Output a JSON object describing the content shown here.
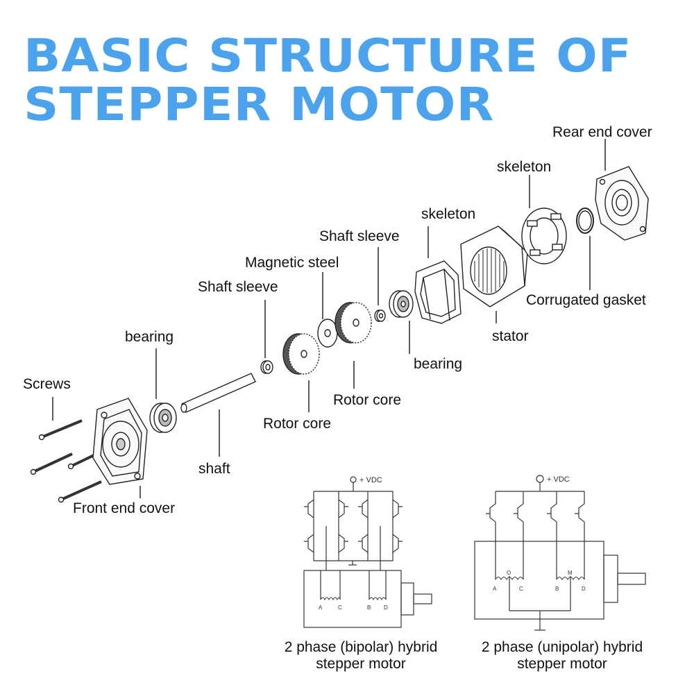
{
  "title": {
    "line1": "BASIC STRUCTURE OF",
    "line2": "STEPPER MOTOR"
  },
  "colors": {
    "title": "#4ba3ee",
    "ink": "#111111"
  },
  "labels": {
    "rear_end_cover": "Rear end cover",
    "skeleton_rear": "skeleton",
    "skeleton_front": "skeleton",
    "shaft_sleeve_rear": "Shaft sleeve",
    "magnetic_steel": "Magnetic steel",
    "shaft_sleeve_front": "Shaft sleeve",
    "corrugated_gasket": "Corrugated gasket",
    "stator": "stator",
    "bearing_front": "bearing",
    "bearing_rear": "bearing",
    "screws": "Screws",
    "rotor_core_rear": "Rotor core",
    "rotor_core_front": "Rotor core",
    "shaft": "shaft",
    "front_end_cover": "Front end cover"
  },
  "circuits": {
    "bipolar": {
      "supply": "+ VDC",
      "terminals": [
        "A",
        "C",
        "B",
        "D"
      ],
      "caption_line1": "2 phase (bipolar) hybrid",
      "caption_line2": "stepper motor"
    },
    "unipolar": {
      "supply": "+ VDC",
      "terminals": [
        "A",
        "C",
        "B",
        "D"
      ],
      "taps": [
        "O",
        "M"
      ],
      "caption_line1": "2 phase (unipolar) hybrid",
      "caption_line2": "stepper motor"
    }
  }
}
